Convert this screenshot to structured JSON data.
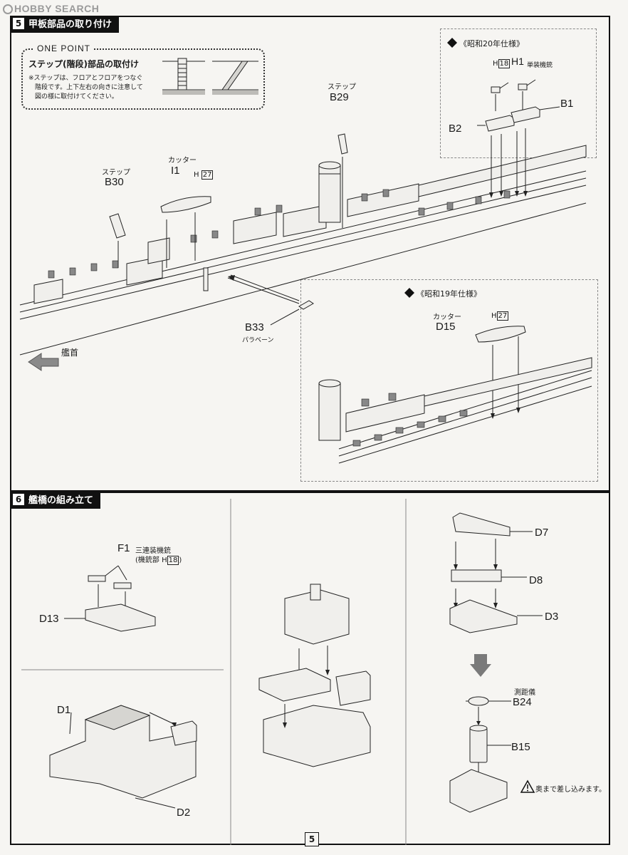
{
  "watermark": "HOBBY SEARCH",
  "section5": {
    "number": "5",
    "title": "甲板部品の取り付け",
    "one_point": {
      "title": "ONE POINT",
      "heading": "ステップ(階段)部品の取付け",
      "note_line1": "※ステップは、フロアとフロアをつなぐ",
      "note_line2": "階段です。上下左右の向きに注意して",
      "note_line3": "図の様に取付けてください。"
    },
    "labels": {
      "step1": "ステップ",
      "b29": "B29",
      "step2": "ステップ",
      "b30": "B30",
      "cutter1": "カッター",
      "i1": "I1",
      "h27a_prefix": "H",
      "h27a_box": "27",
      "b33": "B33",
      "paravane": "パラベーン",
      "bow": "艦首"
    },
    "s20": {
      "title": "《昭和20年仕様》",
      "h_prefix": "H",
      "h_box": "18",
      "h1": "H1",
      "h1_note": "単装機銃",
      "b1": "B1",
      "b2": "B2"
    },
    "s19": {
      "title": "《昭和19年仕様》",
      "cutter": "カッター",
      "d15": "D15",
      "h_prefix": "H",
      "h_box": "27"
    }
  },
  "section6": {
    "number": "6",
    "title": "艦橋の組み立て",
    "labels": {
      "f1": "F1",
      "f1_note": "三連装機銃",
      "f1_sub_prefix": "(機銃部 H",
      "f1_sub_box": "18",
      "f1_sub_suffix": ")",
      "d13": "D13",
      "d1": "D1",
      "d2": "D2",
      "d7": "D7",
      "d8": "D8",
      "d3": "D3",
      "rangefinder": "測距儀",
      "b24": "B24",
      "b15": "B15",
      "caution": "奥まで差し込みます。"
    }
  },
  "page_number": "5"
}
